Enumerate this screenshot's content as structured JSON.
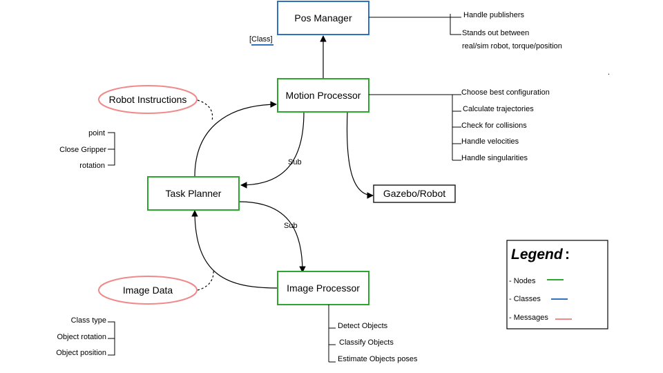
{
  "nodes": {
    "pos_manager": "Pos Manager",
    "motion_processor": "Motion Processor",
    "task_planner": "Task Planner",
    "image_processor": "Image Processor",
    "gazebo_robot": "Gazebo/Robot",
    "robot_instructions": "Robot Instructions",
    "image_data": "Image Data"
  },
  "class_tag": "[Class]",
  "edge_labels": {
    "sub_top": "Sub",
    "sub_bottom": "Sub"
  },
  "pos_manager_notes": [
    "Handle publishers",
    "Stands out between",
    "real/sim robot, torque/position"
  ],
  "motion_notes": [
    "Choose best configuration",
    "Calculate trajectories",
    "Check for collisions",
    "Handle velocities",
    "Handle singularities"
  ],
  "robot_instruction_fields": [
    "point",
    "Close Gripper",
    "rotation"
  ],
  "image_data_fields": [
    "Class type",
    "Object rotation",
    "Object position"
  ],
  "image_processor_notes": [
    "Detect Objects",
    "Classify Objects",
    "Estimate Objects poses"
  ],
  "legend": {
    "title": "Legend",
    "colon": ":",
    "items": [
      "- Nodes",
      "- Classes",
      "- Messages"
    ]
  },
  "colors": {
    "node": "#2ea52e",
    "class": "#2f73c0",
    "message": "#f08a8a"
  }
}
